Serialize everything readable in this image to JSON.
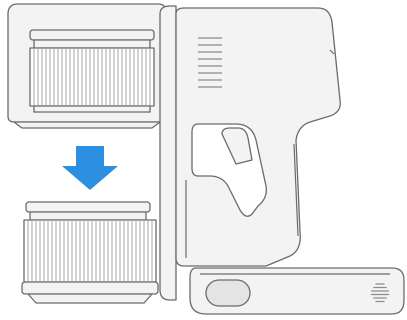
{
  "diagram": {
    "type": "assembly-instruction",
    "steps": [
      "remove-filter-from-cyclone-cover",
      "replace-filter"
    ],
    "colors": {
      "outline": "#6b6b6b",
      "fill": "#f3f3f3",
      "fill_dark": "#e4e4e4",
      "pleat": "#9a9a9a",
      "arrow": "#2c8fe0"
    },
    "icons": [
      "filter-icon",
      "down-arrow-icon",
      "vacuum-body-icon"
    ]
  }
}
